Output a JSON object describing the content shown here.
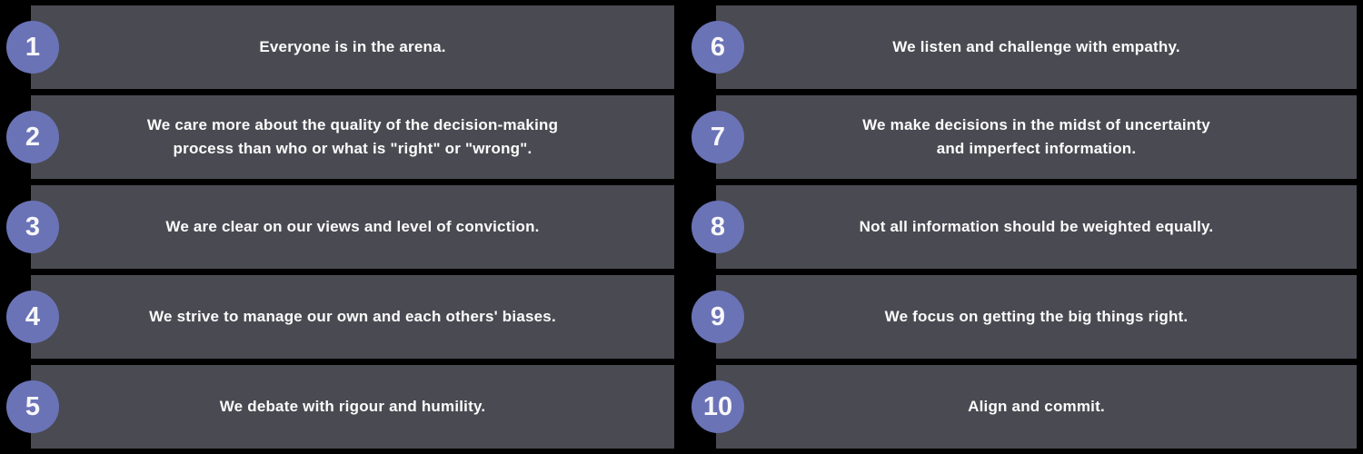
{
  "colors": {
    "background": "#000000",
    "card": "#4A4A52",
    "badge": "#6B73B7",
    "badge_text": "#F7F7FA",
    "text": "#FCFCFC"
  },
  "columns": {
    "left": {
      "items": [
        {
          "number": "1",
          "text": "Everyone is in the arena."
        },
        {
          "number": "2",
          "text": "We care more about the quality of the decision-making\nprocess than who or what is \"right\" or \"wrong\"."
        },
        {
          "number": "3",
          "text": "We are clear on our views and level of conviction."
        },
        {
          "number": "4",
          "text": "We strive to manage our own and each others' biases."
        },
        {
          "number": "5",
          "text": "We debate with rigour and humility."
        }
      ]
    },
    "right": {
      "items": [
        {
          "number": "6",
          "text": "We listen and challenge with empathy."
        },
        {
          "number": "7",
          "text": "We make decisions in the midst of uncertainty\nand imperfect information."
        },
        {
          "number": "8",
          "text": "Not all information should be weighted equally."
        },
        {
          "number": "9",
          "text": "We focus on getting the big things right."
        },
        {
          "number": "10",
          "text": "Align and commit."
        }
      ]
    }
  }
}
